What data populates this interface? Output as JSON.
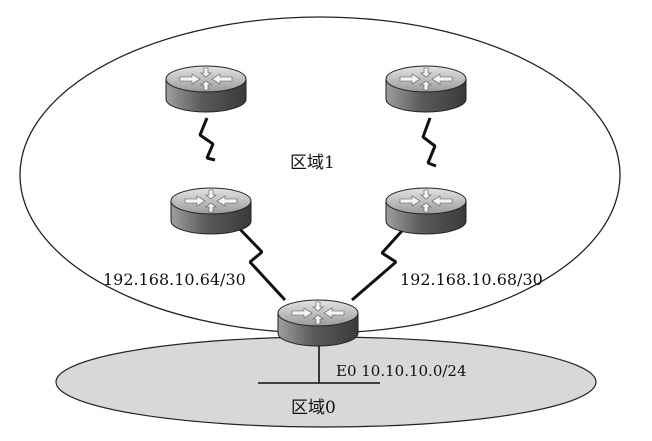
{
  "diagram": {
    "area1_label": "区域1",
    "area0_label": "区域0",
    "link_left_label": "192.168.10.64/30",
    "link_right_label": "192.168.10.68/30",
    "lan_label": "E0 10.10.10.0/24"
  },
  "colors": {
    "line": "#111111",
    "area0_fill": "#d8d8d8",
    "router_top": "#bdbdbd",
    "router_side": "#6f6f6f"
  },
  "icons": [
    "router-icon",
    "serial-link-icon"
  ]
}
